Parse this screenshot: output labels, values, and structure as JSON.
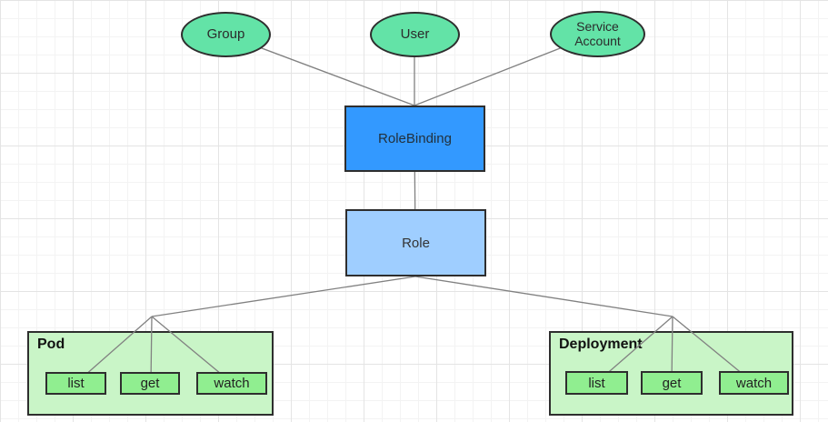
{
  "diagram": {
    "subjects": [
      {
        "label": "Group"
      },
      {
        "label": "User"
      },
      {
        "label": "Service Account"
      }
    ],
    "role_binding": {
      "label": "RoleBinding"
    },
    "role": {
      "label": "Role"
    },
    "resources": [
      {
        "title": "Pod",
        "verbs": [
          "list",
          "get",
          "watch"
        ]
      },
      {
        "title": "Deployment",
        "verbs": [
          "list",
          "get",
          "watch"
        ]
      }
    ],
    "edges": [
      {
        "from": "Group",
        "to": "RoleBinding"
      },
      {
        "from": "User",
        "to": "RoleBinding"
      },
      {
        "from": "Service Account",
        "to": "RoleBinding"
      },
      {
        "from": "RoleBinding",
        "to": "Role"
      },
      {
        "from": "Role",
        "to": "Pod.list"
      },
      {
        "from": "Role",
        "to": "Pod.get"
      },
      {
        "from": "Role",
        "to": "Pod.watch"
      },
      {
        "from": "Role",
        "to": "Deployment.list"
      },
      {
        "from": "Role",
        "to": "Deployment.get"
      },
      {
        "from": "Role",
        "to": "Deployment.watch"
      }
    ],
    "colors": {
      "subject_fill": "#63e3a7",
      "role_binding_fill": "#3399ff",
      "role_fill": "#9fceff",
      "container_fill": "#c9f5c7",
      "verb_fill": "#90ee90",
      "border": "#2e2e2e",
      "connector": "#818181"
    }
  }
}
